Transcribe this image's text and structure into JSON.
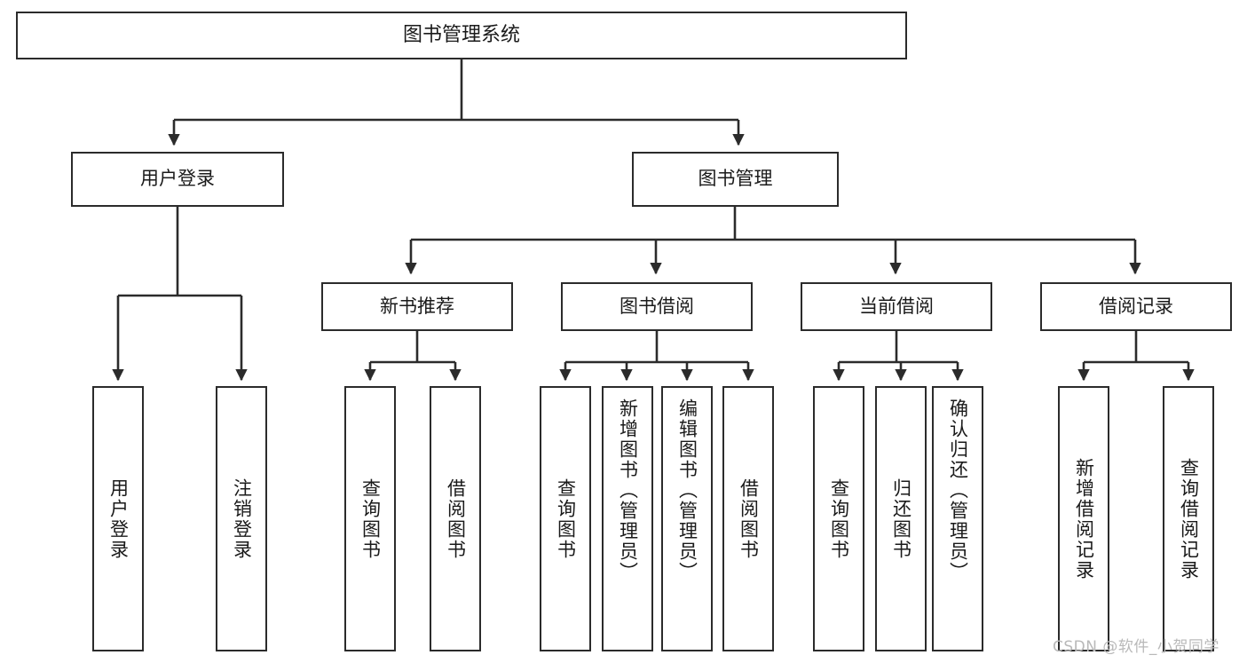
{
  "diagram": {
    "title": "图书管理系统",
    "type": "tree-hierarchy-diagram",
    "colors": {
      "stroke": "#2b2b2b",
      "fill": "#ffffff",
      "text": "#1a1a1a",
      "watermark": "#b9b9b9"
    }
  },
  "watermark": {
    "text": "CSDN @软件_小贺同学"
  },
  "nodes": {
    "root": {
      "label": "图书管理系统"
    },
    "level2": [
      {
        "label": "用户登录"
      },
      {
        "label": "图书管理"
      }
    ],
    "level3": [
      {
        "label": "新书推荐"
      },
      {
        "label": "图书借阅"
      },
      {
        "label": "当前借阅"
      },
      {
        "label": "借阅记录"
      }
    ],
    "leaves": {
      "user_login": [
        {
          "label": "用户登录"
        },
        {
          "label": "注销登录"
        }
      ],
      "new_book_recommend": [
        {
          "label": "查询图书"
        },
        {
          "label": "借阅图书"
        }
      ],
      "book_borrow": [
        {
          "label": "查询图书"
        },
        {
          "label": "新增图书（管理员）"
        },
        {
          "label": "编辑图书（管理员）"
        },
        {
          "label": "借阅图书"
        }
      ],
      "current_borrow": [
        {
          "label": "查询图书"
        },
        {
          "label": "归还图书"
        },
        {
          "label": "确认归还（管理员）"
        }
      ],
      "borrow_record": [
        {
          "label": "新增借阅记录"
        },
        {
          "label": "查询借阅记录"
        }
      ]
    }
  }
}
